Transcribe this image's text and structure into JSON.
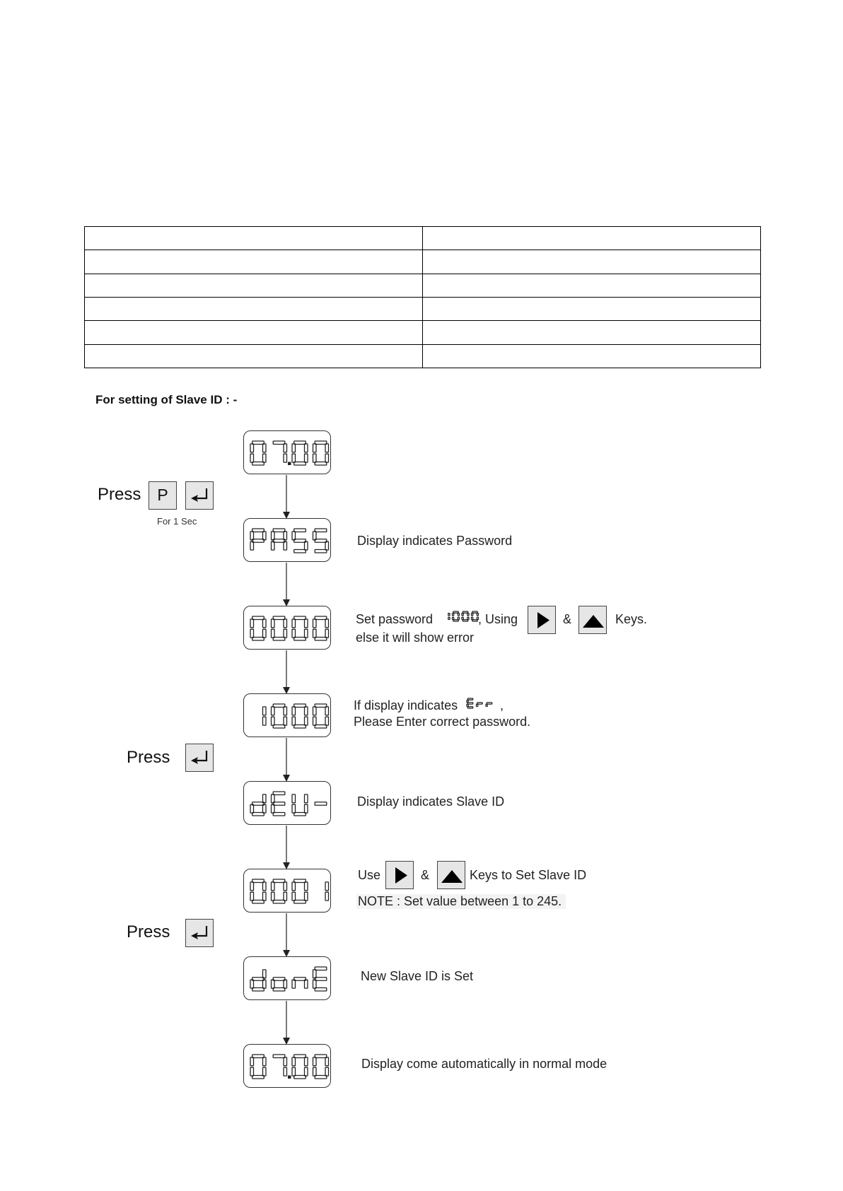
{
  "heading": "For setting of Slave ID : -",
  "press_label": "Press",
  "for_1_sec": "For 1 Sec",
  "key_p_label": "P",
  "displays": [
    "07.00",
    "PASS",
    "0000",
    "1000",
    "dEV-",
    "0001",
    "donE",
    "07.00"
  ],
  "descriptions": {
    "pass": "Display indicates Password",
    "set_password_a": "Set password",
    "set_password_b": ", Using",
    "amp": "&",
    "keys": "Keys.",
    "else_error": "else it will show error",
    "if_display": "If display indicates",
    "comma": ",",
    "enter_correct": "Please Enter correct password.",
    "slave_id": "Display indicates Slave ID",
    "use": "Use",
    "keys_to_set": "Keys to Set Slave ID",
    "note": "NOTE : Set value between 1 to 245.",
    "done": "New Slave ID is Set",
    "normal": "Display come automatically in normal mode"
  },
  "inline_segments": {
    "password": "1000",
    "error": "Err"
  },
  "icons": [
    "enter-key-icon",
    "right-arrow-key-icon",
    "up-arrow-key-icon"
  ],
  "table": {
    "rows": 6,
    "cols": 2
  }
}
